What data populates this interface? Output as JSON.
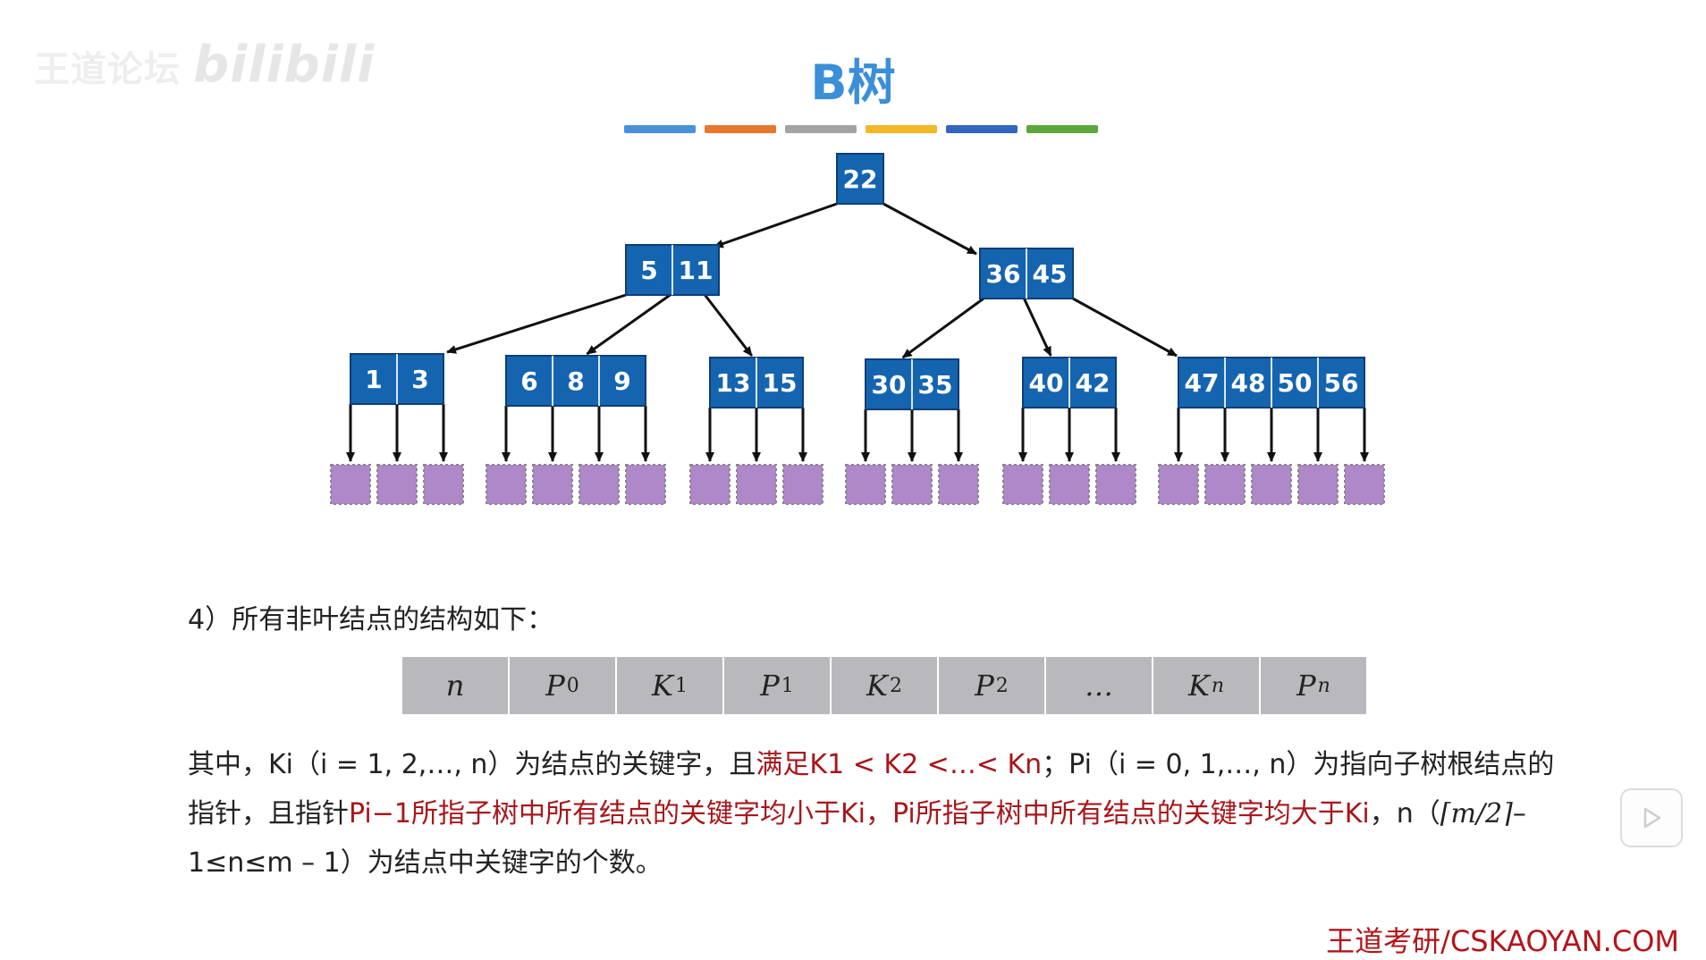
{
  "watermark": {
    "text": "王道论坛",
    "logo": "bilibili"
  },
  "title": "B树",
  "color_bar": [
    "#4a90d6",
    "#e8772e",
    "#a3a3a3",
    "#f2b927",
    "#3364c0",
    "#5ca73c"
  ],
  "colors": {
    "node_fill": "#1564b0",
    "node_border": "#0b3f78",
    "leaf_fill": "#ae88c8",
    "leaf_border": "#888888",
    "edge": "#111111"
  },
  "tree": {
    "root": {
      "id": "root",
      "keys": [
        "22"
      ]
    },
    "level1": [
      {
        "id": "n5-11",
        "keys": [
          "5",
          "11"
        ]
      },
      {
        "id": "n36-45",
        "keys": [
          "36",
          "45"
        ]
      }
    ],
    "level2": [
      {
        "id": "n1-3",
        "keys": [
          "1",
          "3"
        ]
      },
      {
        "id": "n6-8-9",
        "keys": [
          "6",
          "8",
          "9"
        ]
      },
      {
        "id": "n13-15",
        "keys": [
          "13",
          "15"
        ]
      },
      {
        "id": "n30-35",
        "keys": [
          "30",
          "35"
        ]
      },
      {
        "id": "n40-42",
        "keys": [
          "40",
          "42"
        ]
      },
      {
        "id": "n47-56",
        "keys": [
          "47",
          "48",
          "50",
          "56"
        ]
      }
    ]
  },
  "intro": "4）所有非叶结点的结构如下：",
  "struct": [
    {
      "main": "n",
      "sub": ""
    },
    {
      "main": "P",
      "sub": "0"
    },
    {
      "main": "K",
      "sub": "1"
    },
    {
      "main": "P",
      "sub": "1"
    },
    {
      "main": "K",
      "sub": "2"
    },
    {
      "main": "P",
      "sub": "2"
    },
    {
      "main": "…",
      "sub": ""
    },
    {
      "main": "K",
      "sub": "n"
    },
    {
      "main": "P",
      "sub": "n"
    }
  ],
  "para": {
    "s1": "其中，Ki（i = 1, 2,…, n）为结点的关键字，且",
    "s2_red": "满足K1 < K2 <…< Kn",
    "s3": "；Pi（i = 0, 1,…, n）为指向子树根结点的指针，且指针",
    "s4_red": "Pi−1所指子树中所有结点的关键字均小于Ki，Pi所指子树中所有结点的关键字均大于Ki",
    "s5": "，n（",
    "s6_math": "⌈m/2⌉",
    "s7": "– 1≤n≤m – 1）为结点中关键字的个数。"
  },
  "footer": "王道考研/CSKAOYAN.COM"
}
